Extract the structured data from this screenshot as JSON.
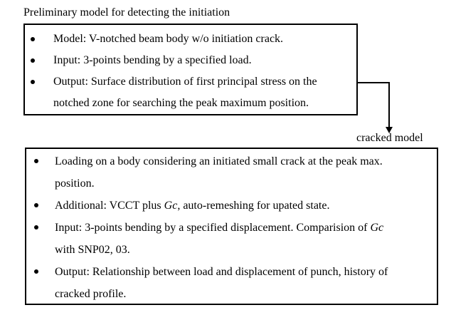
{
  "colors": {
    "background": "#ffffff",
    "text": "#000000",
    "border": "#000000"
  },
  "title": "Preliminary model for detecting the initiation",
  "connector": {
    "label": "cracked model",
    "arrow_icon": "down-arrow"
  },
  "box1": {
    "items": [
      {
        "text": "Model: V-notched beam body w/o initiation crack."
      },
      {
        "text": "Input: 3-points bending by a specified load."
      },
      {
        "line1": "Output: Surface distribution of first principal stress on the",
        "line2": "notched zone for searching the peak maximum position."
      }
    ]
  },
  "box2": {
    "items": [
      {
        "line1": "Loading on a body considering an initiated small crack at the peak max.",
        "line2": "position."
      },
      {
        "pre": "Additional: VCCT plus ",
        "italic": "Gc",
        "post": ", auto-remeshing for upated state."
      },
      {
        "line1_pre": "Input: 3-points bending by a specified displacement. Comparision of ",
        "line1_italic": "Gc",
        "line2": "with SNP02, 03."
      },
      {
        "line1": "Output: Relationship between load and displacement of punch, history of",
        "line2": "cracked profile."
      }
    ]
  }
}
